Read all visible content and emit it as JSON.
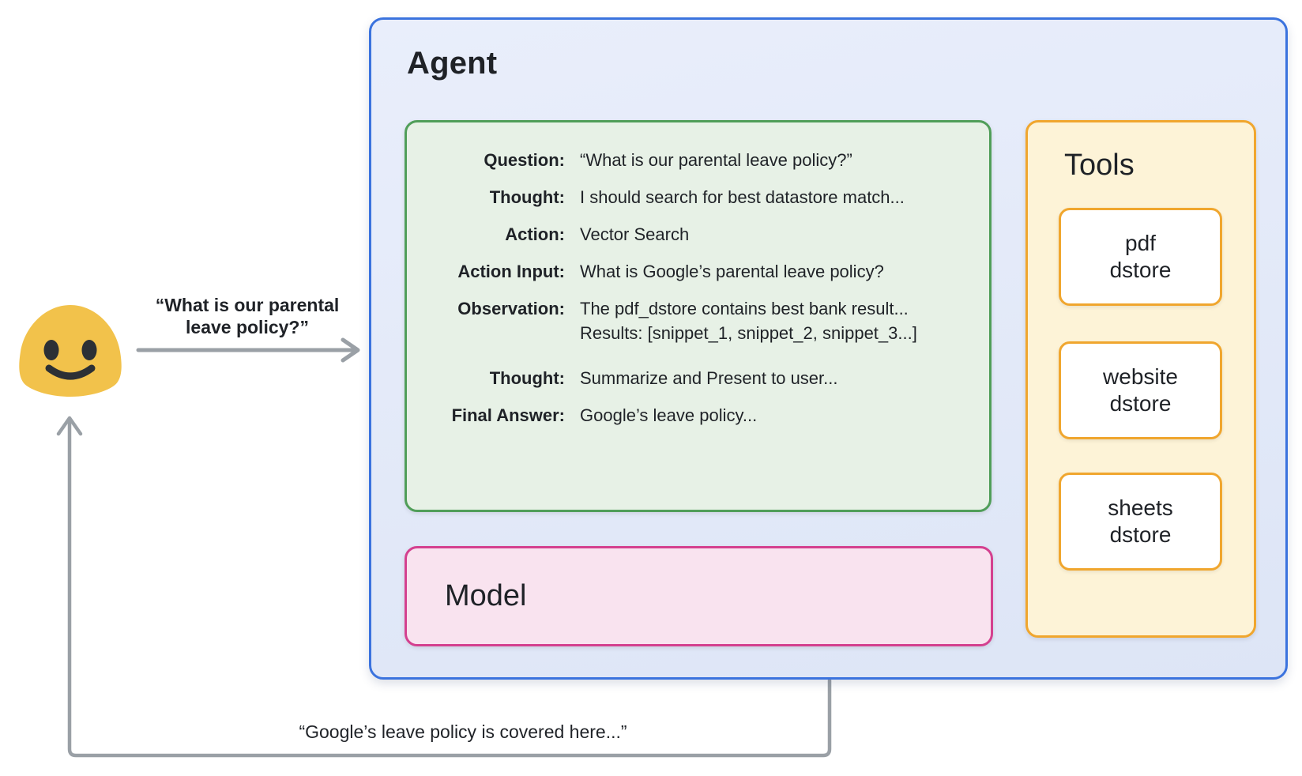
{
  "agent": {
    "title": "Agent"
  },
  "trace": {
    "rows": [
      {
        "label": "Question:",
        "value": "“What is our parental leave policy?”"
      },
      {
        "label": "Thought:",
        "value": "I should search for best datastore match..."
      },
      {
        "label": "Action:",
        "value": "Vector Search"
      },
      {
        "label": "Action Input:",
        "value": "What is Google’s parental leave policy?"
      },
      {
        "label": "Observation:",
        "value": "The pdf_dstore contains best bank result...\nResults: [snippet_1, snippet_2, snippet_3...]"
      },
      {
        "label": "Thought:",
        "value": "Summarize and Present to user..."
      },
      {
        "label": "Final Answer:",
        "value": "Google’s leave policy..."
      }
    ]
  },
  "model": {
    "title": "Model"
  },
  "tools": {
    "title": "Tools",
    "items": [
      {
        "label": "pdf\ndstore"
      },
      {
        "label": "website\ndstore"
      },
      {
        "label": "sheets\ndstore"
      }
    ]
  },
  "user_request": {
    "label": "“What is our parental\nleave policy?”"
  },
  "user_response": {
    "label": "“Google’s leave policy is covered here...”"
  },
  "icons": {
    "user": "blob-smiley-emoji"
  },
  "colors": {
    "agent_border": "#3b73de",
    "agent_fill": "#e3e9f8",
    "trace_border": "#509e59",
    "trace_fill": "#e7f1e6",
    "model_border": "#d4408f",
    "model_fill": "#f9e3ef",
    "tools_border": "#f0a62e",
    "tools_fill": "#fdf3d7",
    "arrow_gray": "#9aa0a6",
    "dotted_gray": "#8e9398",
    "emoji_yellow": "#f2c24b",
    "emoji_features": "#2c3035",
    "text": "#1f2227"
  }
}
